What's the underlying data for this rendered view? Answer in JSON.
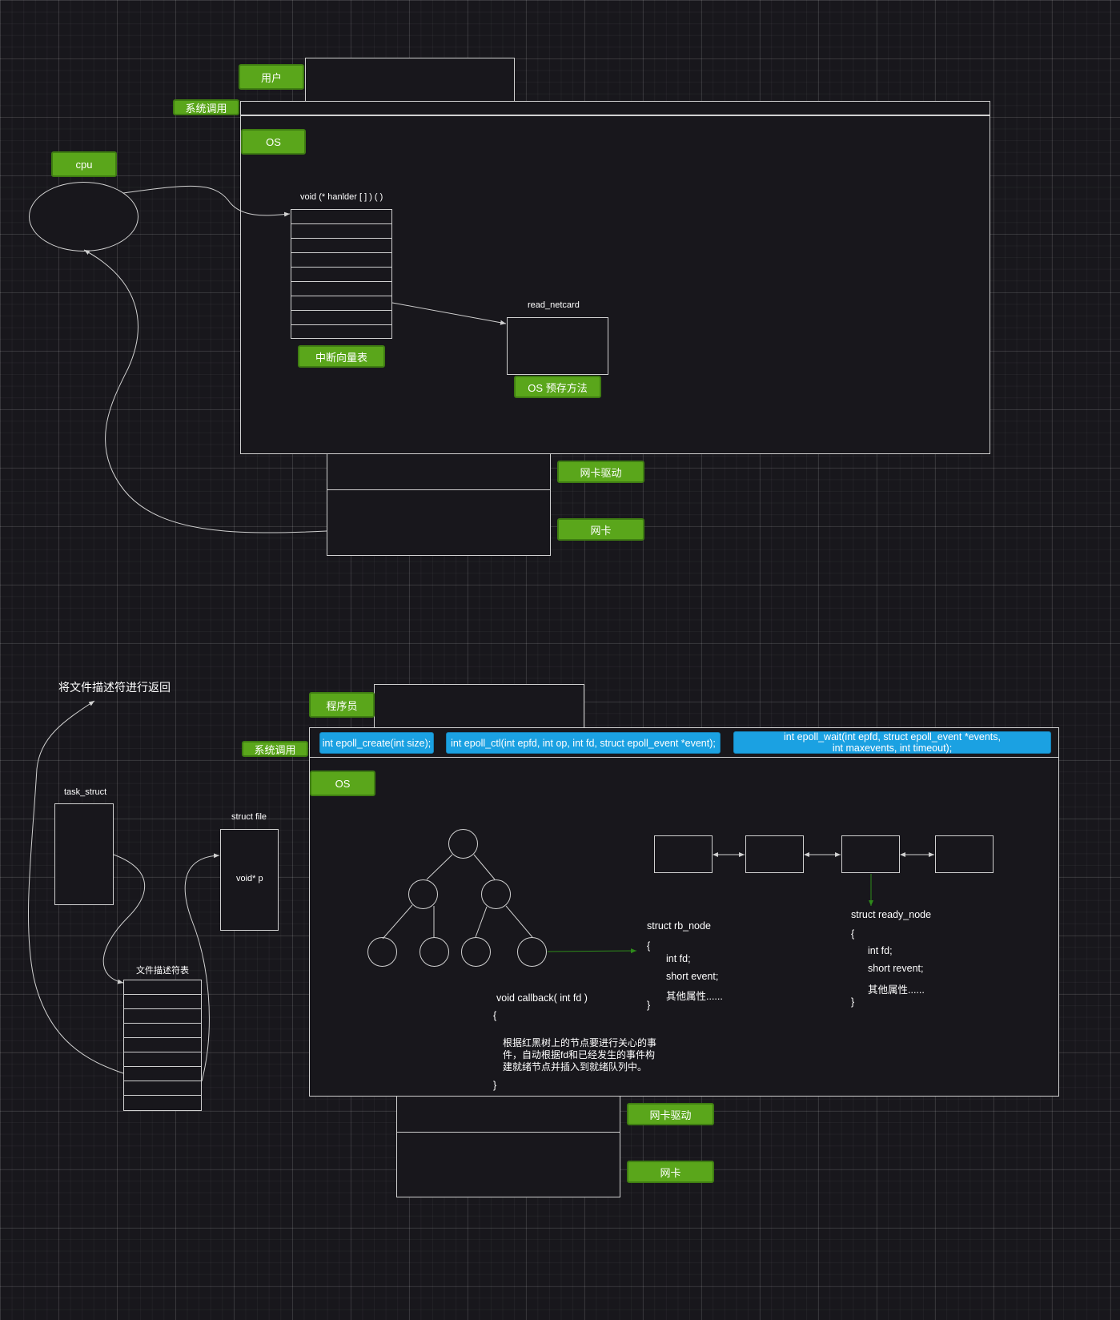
{
  "top": {
    "user_label": "用户",
    "syscall_label": "系统调用",
    "os_label": "OS",
    "cpu_label": "cpu",
    "handler_title": "void (* hanlder [ ] ) ( )",
    "ivt_label": "中断向量表",
    "read_netcard_title": "read_netcard",
    "os_method_label": "OS 预存方法",
    "nic_driver_label": "网卡驱动",
    "nic_label": "网卡"
  },
  "bottom": {
    "return_fd_text": "将文件描述符进行返回",
    "programmer_label": "程序员",
    "syscall_label": "系统调用",
    "os_label": "OS",
    "epoll_create": "int epoll_create(int size);",
    "epoll_ctl": "int epoll_ctl(int epfd, int op, int fd, struct epoll_event *event);",
    "epoll_wait_line1": "int epoll_wait(int epfd, struct epoll_event *events,",
    "epoll_wait_line2": "int maxevents, int timeout);",
    "task_struct_label": "task_struct",
    "struct_file_label": "struct file",
    "void_p": "void* p",
    "fd_table_label": "文件描述符表",
    "rb_node": {
      "title": "struct rb_node",
      "open": "{",
      "fields": [
        "int fd;",
        "short event;",
        "其他属性......"
      ],
      "close": "}"
    },
    "ready_node": {
      "title": "struct ready_node",
      "open": "{",
      "fields": [
        "int fd;",
        "short revent;",
        "其他属性......"
      ],
      "close": "}"
    },
    "callback": {
      "sig": "void callback( int fd )",
      "open": "{",
      "body_line1": "根据红黑树上的节点要进行关心的事",
      "body_line2": "件，自动根据fd和已经发生的事件构",
      "body_line3": "建就绪节点并插入到就绪队列中。",
      "close": "}"
    },
    "nic_driver_label": "网卡驱动",
    "nic_label": "网卡"
  },
  "colors": {
    "background": "#18171c",
    "green_label": "#5aa61b",
    "blue_label": "#1ba1e2",
    "line": "#d0d0d0",
    "green_arrow": "#2e8b1a"
  }
}
